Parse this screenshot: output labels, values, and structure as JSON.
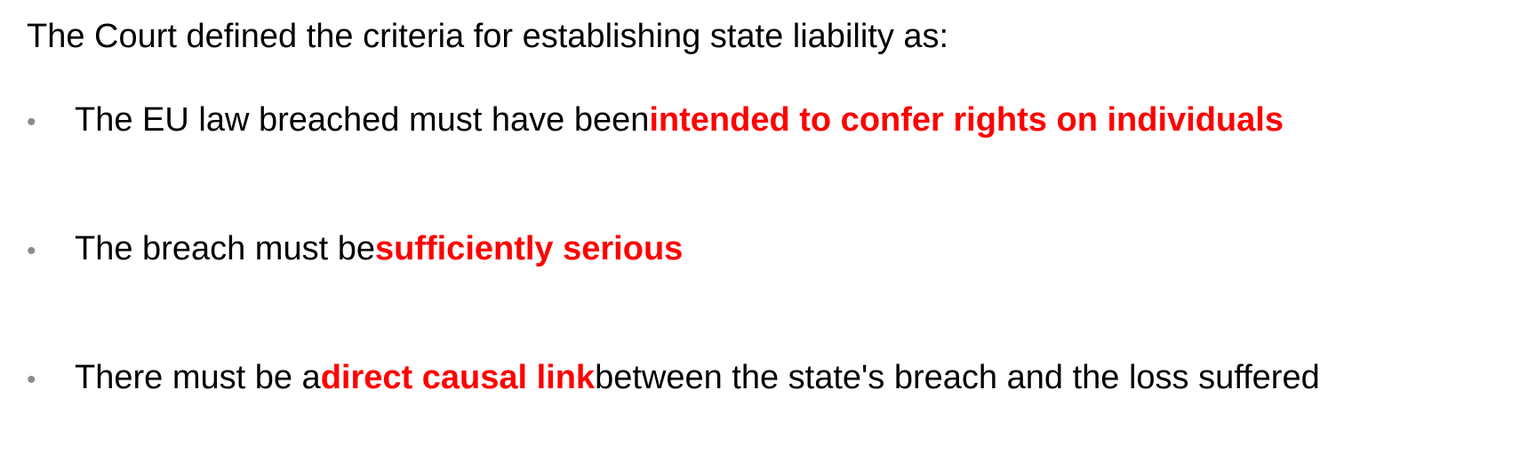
{
  "intro": "The Court defined the criteria for establishing state liability as:",
  "bullet_glyph": "•",
  "highlight_color": "#ff0000",
  "bullets": [
    {
      "before": "The EU law breached must have been ",
      "highlight": "intended to confer rights on individuals",
      "after": ""
    },
    {
      "before": "The breach must be ",
      "highlight": "sufficiently serious",
      "after": ""
    },
    {
      "before": "There must be a ",
      "highlight": "direct causal link",
      "after": " between the state's breach and the loss suffered"
    }
  ]
}
